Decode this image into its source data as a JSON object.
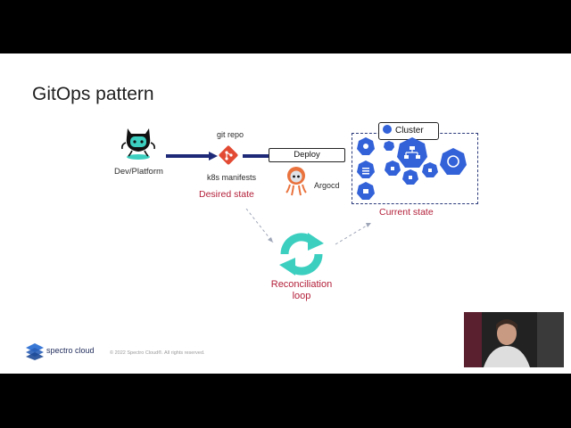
{
  "slide": {
    "title": "GitOps pattern",
    "dev": {
      "label": "Dev/Platform",
      "icon": "github-octocat-icon"
    },
    "repo": {
      "caption": "git repo",
      "sublabel": "k8s manifests",
      "state": "Desired state",
      "icon": "git-icon"
    },
    "deploy": {
      "label": "Deploy"
    },
    "argo": {
      "label": "Argocd",
      "icon": "argo-octopus-icon"
    },
    "cluster": {
      "label": "Cluster",
      "state": "Current state",
      "icon": "kubernetes-icon"
    },
    "reconcile": {
      "line1": "Reconciliation",
      "line2": "loop",
      "icon": "sync-icon"
    },
    "footer": {
      "brand": "spectro cloud",
      "copyright": "© 2022 Spectro Cloud®. All rights reserved."
    },
    "colors": {
      "navy": "#1e2a78",
      "red": "#b3203a",
      "teal": "#3ccfc0",
      "blue": "#3261d8"
    }
  }
}
